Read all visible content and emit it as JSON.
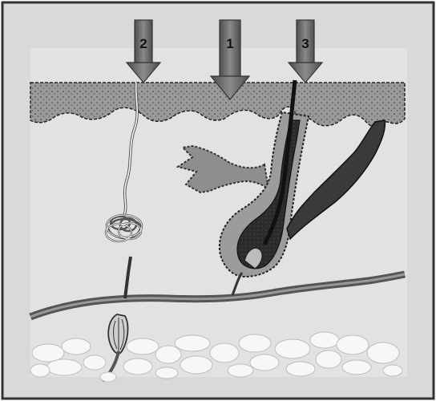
{
  "colors": {
    "background": "#d9d9d9",
    "inner_panel": "#e1e1e1",
    "epidermis": "#9a9a9a",
    "hair_follicle": "#2e2e2e",
    "arrector_muscle": "#3a3a3a",
    "fat_cells": "#f7f7f7",
    "arrow": "#6f6f6f"
  },
  "arrows": [
    {
      "id": "arrow-2",
      "label": "2"
    },
    {
      "id": "arrow-1",
      "label": "1"
    },
    {
      "id": "arrow-3",
      "label": "3"
    }
  ],
  "structures": [
    "epidermis",
    "sweat-gland",
    "sebaceous-gland",
    "hair-follicle",
    "arrector-pili-muscle",
    "nerve",
    "pacinian-corpuscle",
    "subcutaneous-fat"
  ]
}
